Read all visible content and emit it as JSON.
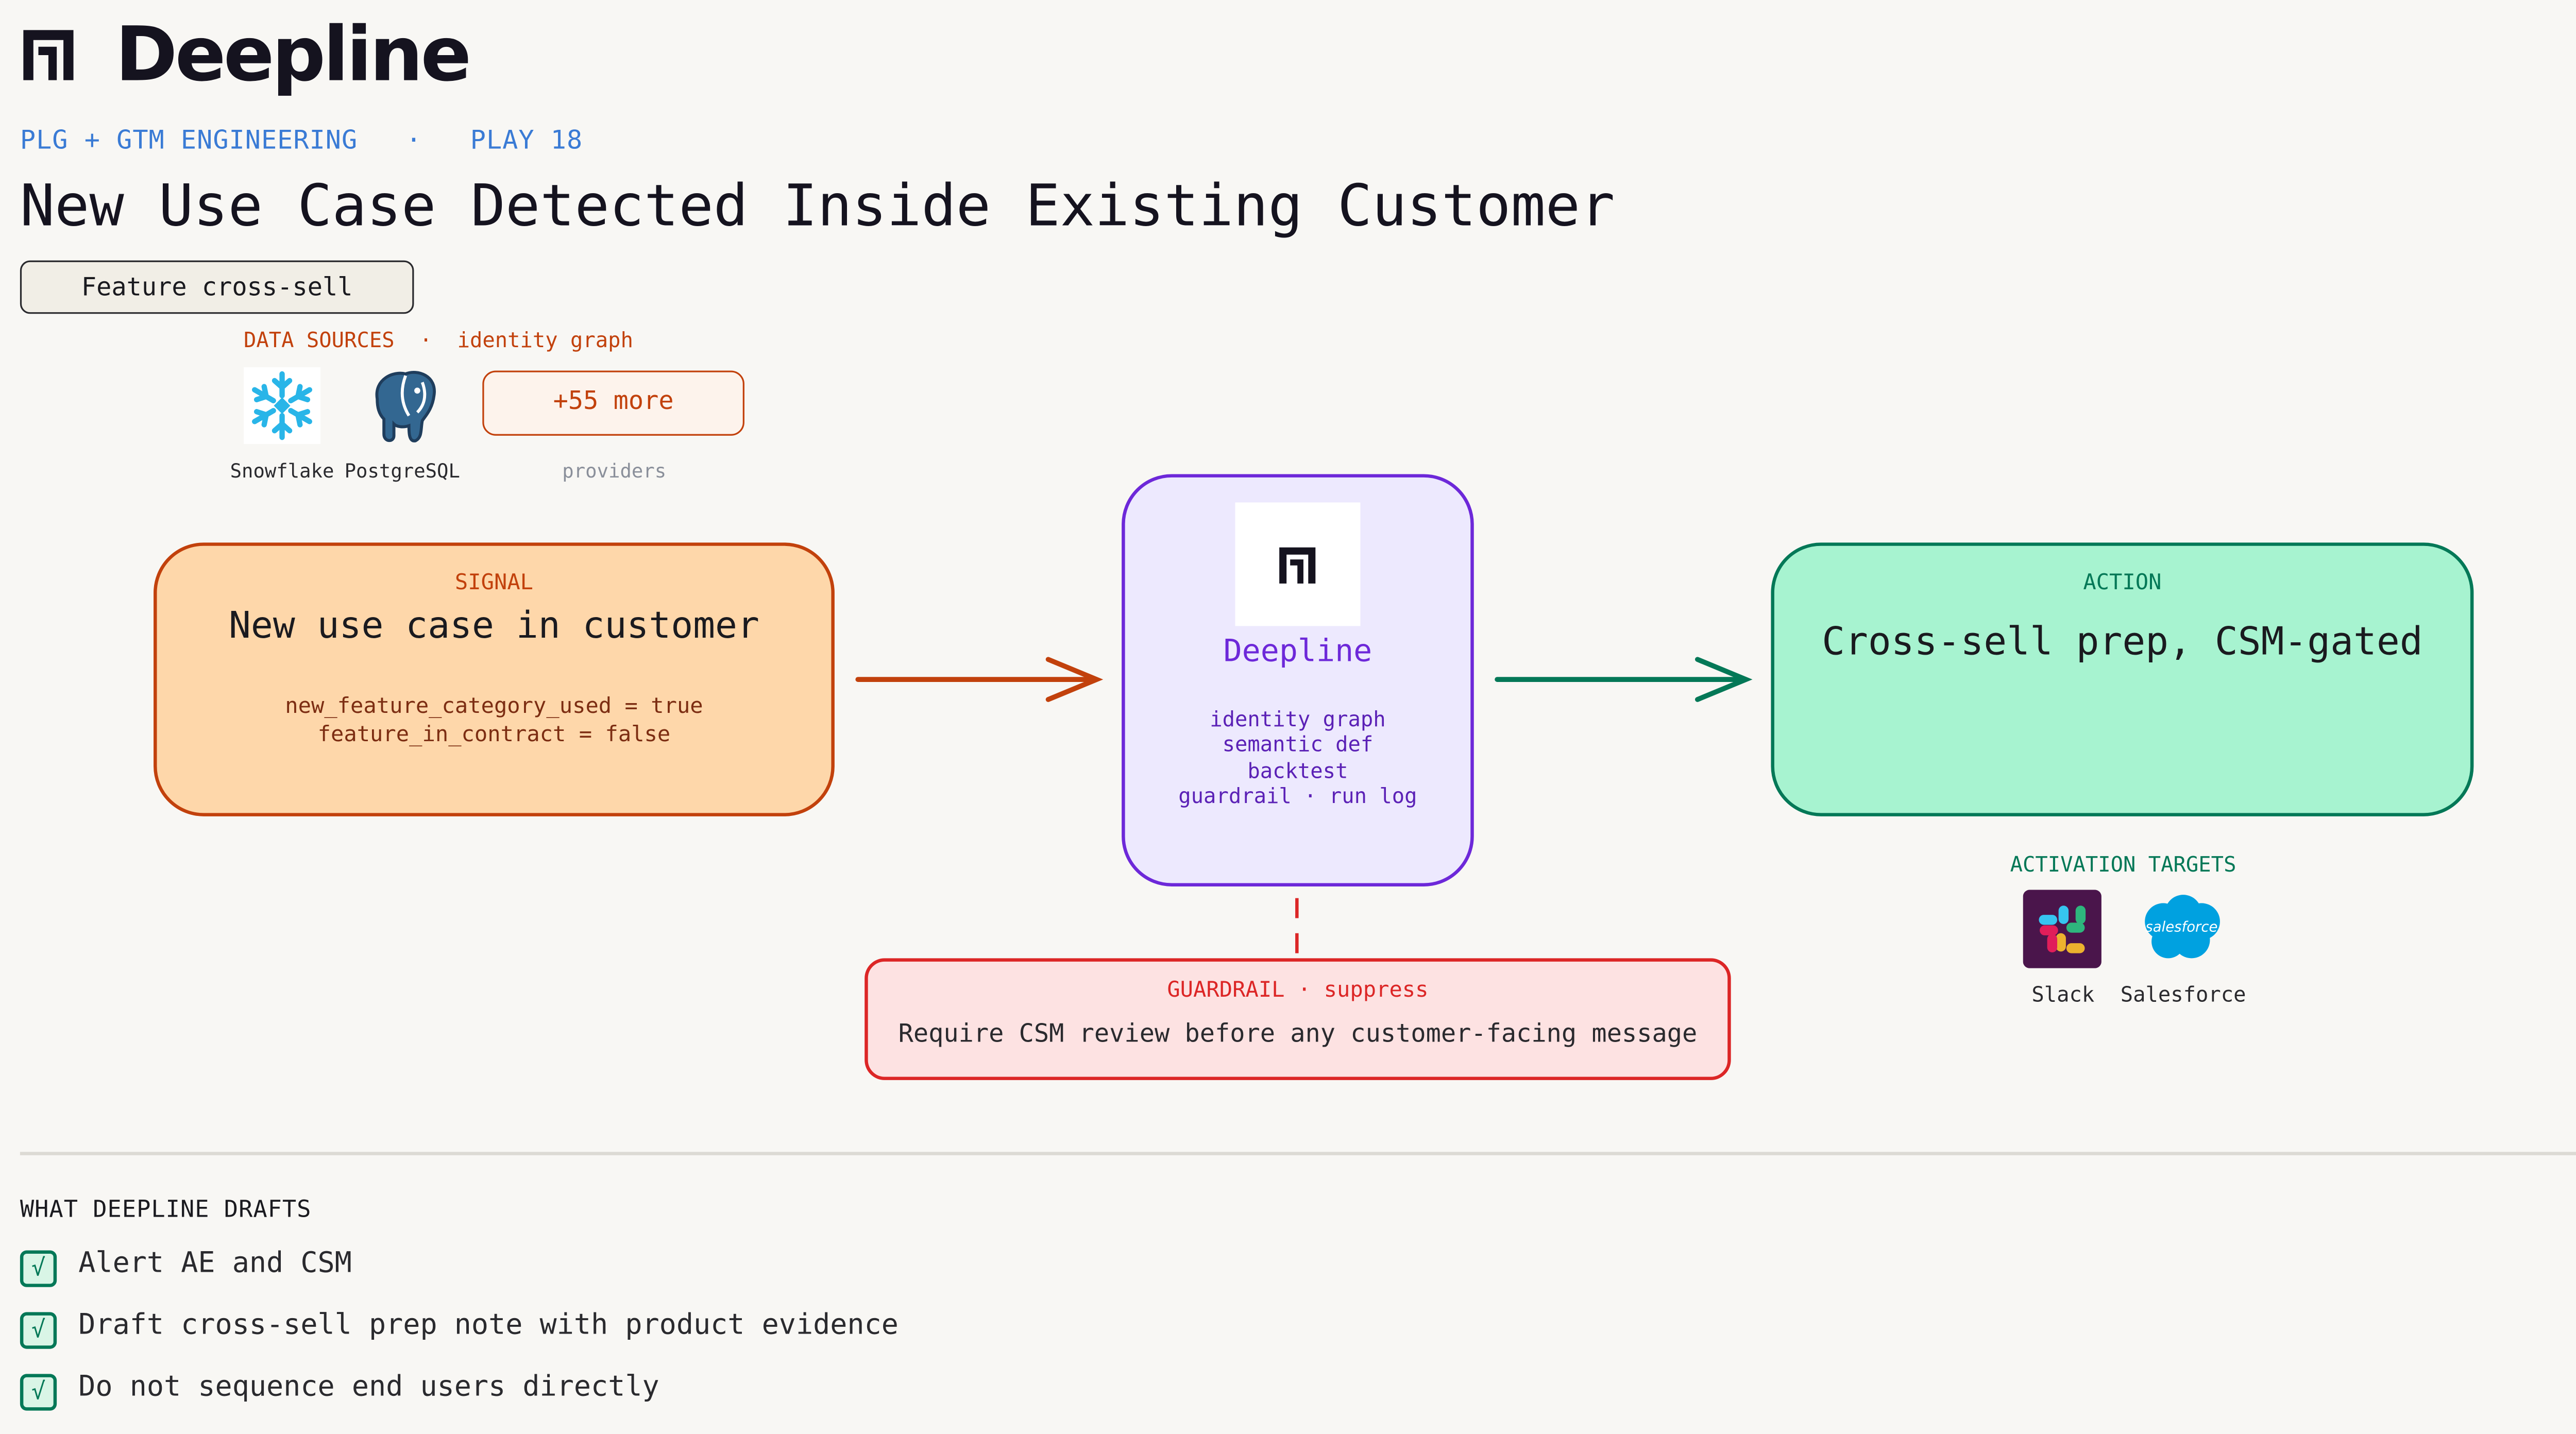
{
  "brand": {
    "name": "Deepline"
  },
  "header": {
    "category": "PLG + GTM ENGINEERING",
    "separator": "·",
    "play": "PLAY 18",
    "title": "New Use Case Detected Inside Existing Customer",
    "tag": "Feature cross-sell"
  },
  "data_sources": {
    "label": "DATA SOURCES",
    "separator": "·",
    "sublabel": "identity graph",
    "items": [
      {
        "name": "Snowflake",
        "icon": "snowflake-icon"
      },
      {
        "name": "PostgreSQL",
        "icon": "postgresql-elephant-icon"
      }
    ],
    "more": "+55 more",
    "more_caption": "providers"
  },
  "signal": {
    "label": "SIGNAL",
    "title": "New use case in customer",
    "conditions": [
      "new_feature_category_used = true",
      "feature_in_contract = false"
    ]
  },
  "engine": {
    "title": "Deepline",
    "items": [
      "identity graph",
      "semantic def",
      "backtest",
      "guardrail · run log"
    ]
  },
  "action": {
    "label": "ACTION",
    "title": "Cross-sell prep, CSM-gated"
  },
  "guardrail": {
    "label": "GUARDRAIL",
    "separator": "·",
    "mode": "suppress",
    "text": "Require CSM review before any customer-facing message"
  },
  "activation_targets": {
    "label": "ACTIVATION TARGETS",
    "items": [
      {
        "name": "Slack",
        "icon": "slack-icon"
      },
      {
        "name": "Salesforce",
        "icon": "salesforce-cloud-icon",
        "logo_text": "salesforce"
      }
    ]
  },
  "drafts": {
    "heading": "WHAT DEEPLINE DRAFTS",
    "check_glyph": "√",
    "items": [
      "Alert AE and CSM",
      "Draft cross-sell prep note with product evidence",
      "Do not sequence end users directly"
    ]
  },
  "colors": {
    "signal": "#c2410c",
    "signal_fill": "#fed7aa",
    "engine": "#6d28d9",
    "engine_fill": "#ede9fe",
    "action": "#047857",
    "action_fill": "#a7f3d0",
    "guardrail": "#dc2626",
    "guardrail_fill": "#fde2e2",
    "accent": "#3a7bd5"
  }
}
